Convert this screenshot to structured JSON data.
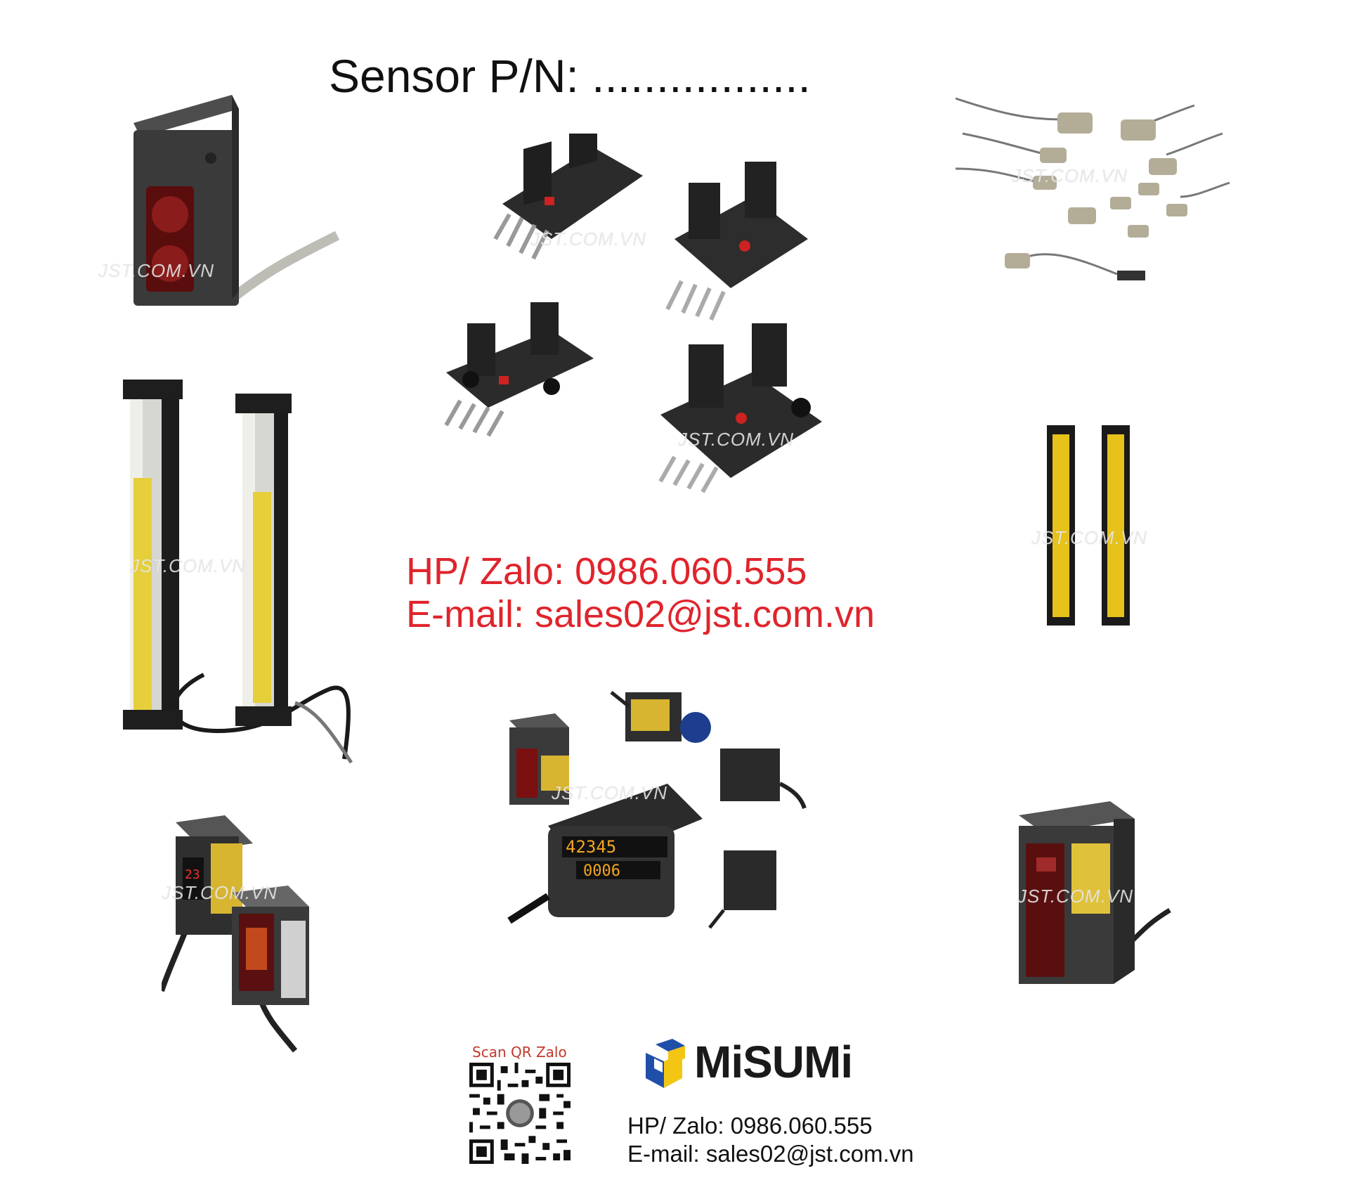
{
  "header": {
    "title": "Sensor P/N: ................."
  },
  "contact_main": {
    "phone": "HP/ Zalo: 0986.060.555",
    "email": "E-mail: sales02@jst.com.vn"
  },
  "footer": {
    "qr_label": "Scan QR Zalo",
    "brand": "MiSUMi",
    "phone": "HP/ Zalo: 0986.060.555",
    "email": "E-mail: sales02@jst.com.vn"
  },
  "watermark": "JST.COM.VN",
  "colors": {
    "accent_red": "#e0242c",
    "text": "#111111",
    "misumi_blue": "#1f4fa8",
    "misumi_yellow": "#f3c614"
  },
  "products": [
    {
      "name": "photoelectric-sensor-square"
    },
    {
      "name": "slot-sensor-group"
    },
    {
      "name": "proximity-sensor-group"
    },
    {
      "name": "light-curtain-silver"
    },
    {
      "name": "light-curtain-yellow"
    },
    {
      "name": "laser-displacement-sensors"
    },
    {
      "name": "laser-sensor-small-pair"
    },
    {
      "name": "laser-sensor-box"
    }
  ]
}
